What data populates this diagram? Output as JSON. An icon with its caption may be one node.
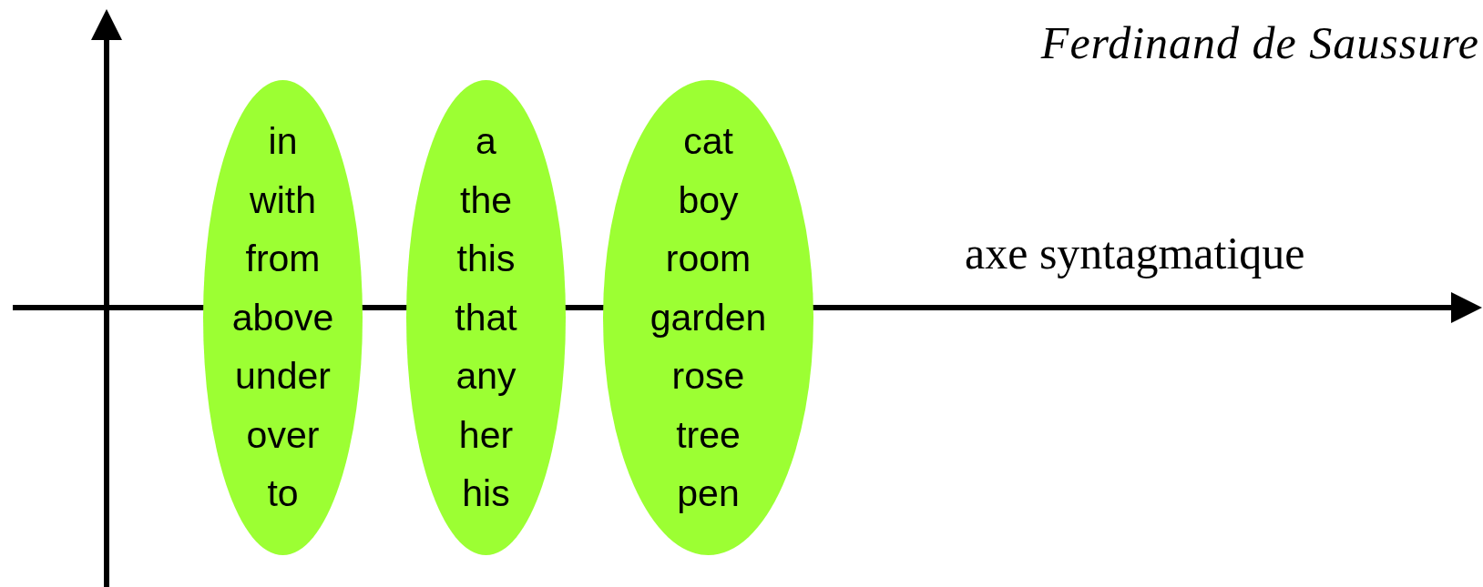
{
  "diagram": {
    "nodes": [
      {
        "text": [
          "in",
          "with",
          "from",
          "above",
          "under",
          "over",
          "to"
        ]
      },
      {
        "text": [
          "a",
          "the",
          "this",
          "that",
          "any",
          "her",
          "his"
        ]
      },
      {
        "text": [
          "cat",
          "boy",
          "room",
          "garden",
          "rose",
          "tree",
          "pen"
        ]
      }
    ],
    "labels": [
      "Ferdinand de Saussure",
      "axe syntagmatique"
    ]
  }
}
